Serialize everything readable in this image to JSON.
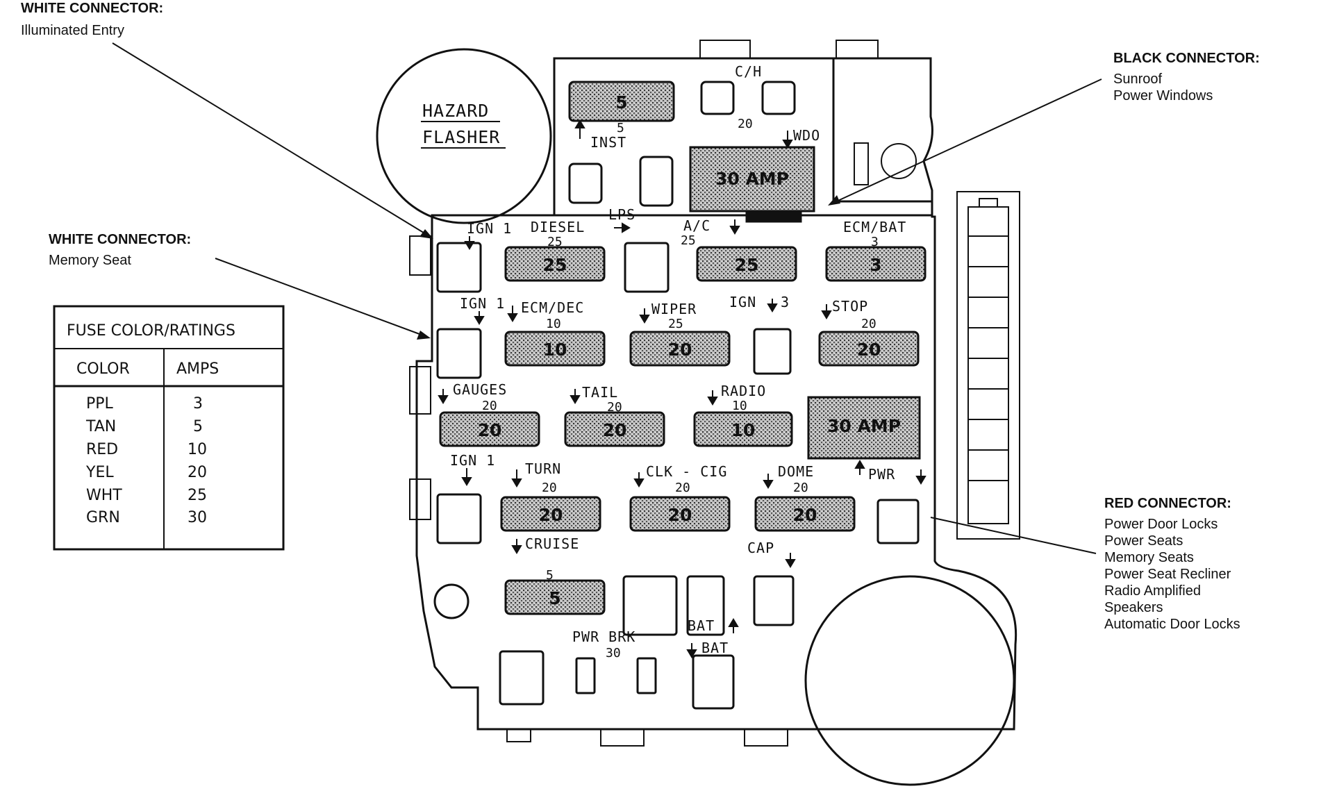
{
  "callouts": {
    "white_illuminated": {
      "title": "WHITE CONNECTOR:",
      "items": [
        "Illuminated Entry"
      ]
    },
    "white_memory": {
      "title": "WHITE CONNECTOR:",
      "items": [
        "Memory Seat"
      ]
    },
    "black": {
      "title": "BLACK CONNECTOR:",
      "items": [
        "Sunroof",
        "Power Windows"
      ]
    },
    "red": {
      "title": "RED CONNECTOR:",
      "items": [
        "Power Door Locks",
        "Power Seats",
        "Memory Seats",
        "Power Seat Recliner",
        "Radio Amplified",
        "Speakers",
        "Automatic Door Locks"
      ]
    }
  },
  "hazard": {
    "line1": "HAZARD",
    "line2": "FLASHER"
  },
  "fuse_table": {
    "title": "FUSE COLOR/RATINGS",
    "col_color": "COLOR",
    "col_amps": "AMPS",
    "rows": [
      {
        "color": "PPL",
        "amps": "3"
      },
      {
        "color": "TAN",
        "amps": "5"
      },
      {
        "color": "RED",
        "amps": "10"
      },
      {
        "color": "YEL",
        "amps": "20"
      },
      {
        "color": "WHT",
        "amps": "25"
      },
      {
        "color": "GRN",
        "amps": "30"
      }
    ]
  },
  "labels": {
    "ch": "C/H",
    "ch_rate": "20",
    "inst_rate": "5",
    "inst": "INST",
    "wdo": "WDO",
    "lps": "LPS",
    "ign1_a": "IGN 1",
    "diesel": "DIESEL",
    "diesel_rate": "25",
    "ac": "A/C",
    "ac_rate": "25",
    "ecmbat": "ECM/BAT",
    "ecmbat_rate": "3",
    "ign1_b": "IGN 1",
    "ecmdec": "ECM/DEC",
    "ecmdec_rate": "10",
    "wiper": "WIPER",
    "wiper_rate": "25",
    "ign3": "IGN",
    "ign3_num": "3",
    "stop": "STOP",
    "stop_rate": "20",
    "gauges": "GAUGES",
    "gauges_rate": "20",
    "tail": "TAIL",
    "tail_rate": "20",
    "radio": "RADIO",
    "radio_rate": "10",
    "ign1_c": "IGN 1",
    "turn": "TURN",
    "turn_rate": "20",
    "clkcig": "CLK - CIG",
    "clkcig_rate": "20",
    "dome": "DOME",
    "dome_rate": "20",
    "pwr": "PWR",
    "cruise": "CRUISE",
    "cruise_rate": "5",
    "cap": "CAP",
    "bat_a": "BAT",
    "pwrbrk": "PWR BRK",
    "pwrbrk_rate": "30",
    "bat_b": "BAT"
  },
  "fuses": {
    "inst": "5",
    "big_top": "30 AMP",
    "diesel": "25",
    "ac": "25",
    "ecmbat": "3",
    "ecmdec": "10",
    "wiper": "20",
    "stop": "20",
    "gauges": "20",
    "tail": "20",
    "radio": "10",
    "big_mid": "30 AMP",
    "turn": "20",
    "clkcig": "20",
    "dome": "20",
    "cruise": "5"
  }
}
